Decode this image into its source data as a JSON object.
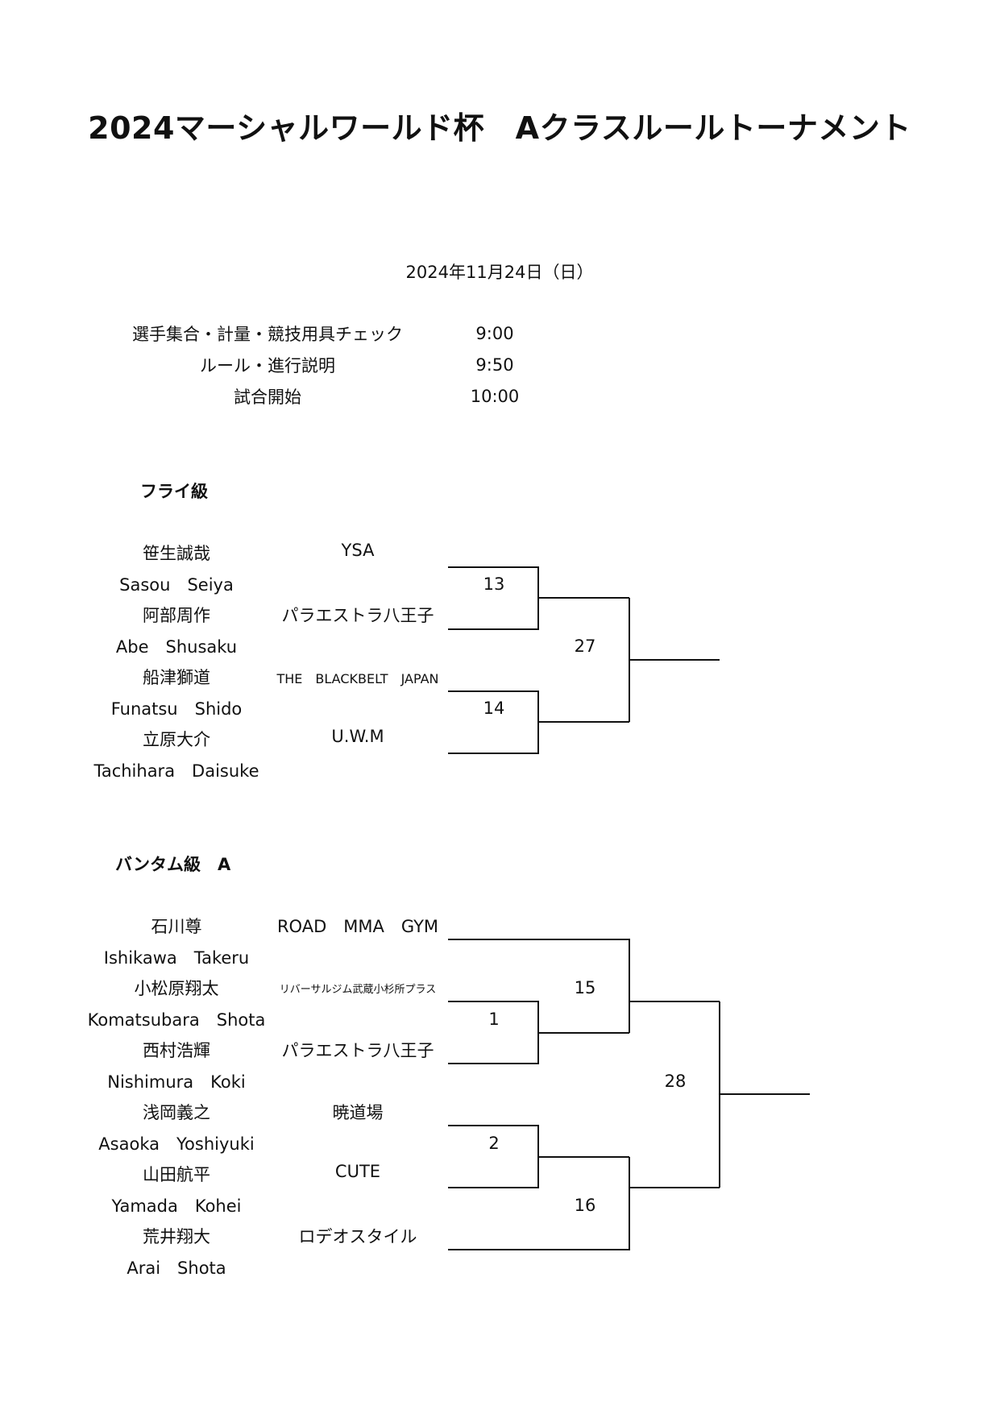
{
  "title": "2024マーシャルワールド杯　Aクラスルールトーナメント",
  "date": "2024年11月24日（日）",
  "schedule": [
    {
      "label": "選手集合・計量・競技用具チェック",
      "time": "9:00"
    },
    {
      "label": "ルール・進行説明",
      "time": "9:50"
    },
    {
      "label": "試合開始",
      "time": "10:00"
    }
  ],
  "fly": {
    "title": "フライ級",
    "competitors": [
      {
        "name_ja": "笹生誠哉",
        "name_en": "Sasou　Seiya",
        "gym": "YSA"
      },
      {
        "name_ja": "阿部周作",
        "name_en": "Abe　Shusaku",
        "gym": "パラエストラ八王子"
      },
      {
        "name_ja": "船津獅道",
        "name_en": "Funatsu　Shido",
        "gym": "THE　BLACKBELT　JAPAN"
      },
      {
        "name_ja": "立原大介",
        "name_en": "Tachihara　Daisuke",
        "gym": "U.W.M"
      }
    ],
    "matches": [
      "13",
      "14",
      "27"
    ]
  },
  "bantam": {
    "title": "バンタム級　A",
    "competitors": [
      {
        "name_ja": "石川尊",
        "name_en": "Ishikawa　Takeru",
        "gym": "ROAD　MMA　GYM"
      },
      {
        "name_ja": "小松原翔太",
        "name_en": "Komatsubara　Shota",
        "gym": "リバーサルジム武蔵小杉所プラス"
      },
      {
        "name_ja": "西村浩輝",
        "name_en": "Nishimura　Koki",
        "gym": "パラエストラ八王子"
      },
      {
        "name_ja": "浅岡義之",
        "name_en": "Asaoka　Yoshiyuki",
        "gym": "暁道場"
      },
      {
        "name_ja": "山田航平",
        "name_en": "Yamada　Kohei",
        "gym": "CUTE"
      },
      {
        "name_ja": "荒井翔大",
        "name_en": "Arai　Shota",
        "gym": "ロデオスタイル"
      }
    ],
    "matches": [
      "15",
      "1",
      "28",
      "2",
      "16"
    ]
  }
}
